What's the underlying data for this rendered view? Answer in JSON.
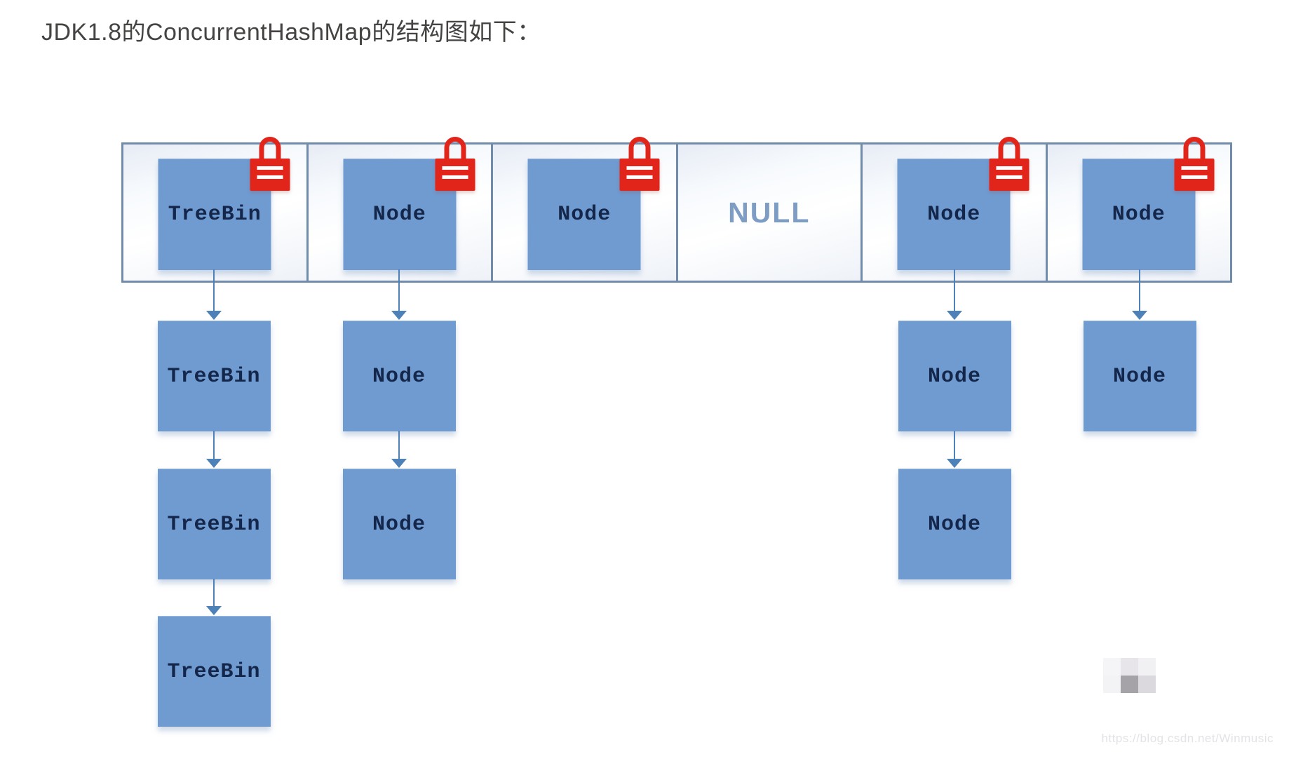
{
  "title": "JDK1.8的ConcurrentHashMap的结构图如下：",
  "array": {
    "cells": [
      {
        "label": "TreeBin",
        "locked": true,
        "empty": false
      },
      {
        "label": "Node",
        "locked": true,
        "empty": false
      },
      {
        "label": "Node",
        "locked": true,
        "empty": false
      },
      {
        "label": "NULL",
        "locked": false,
        "empty": true
      },
      {
        "label": "Node",
        "locked": true,
        "empty": false
      },
      {
        "label": "Node",
        "locked": true,
        "empty": false
      }
    ]
  },
  "chains": [
    {
      "column": 0,
      "nodes": [
        "TreeBin",
        "TreeBin",
        "TreeBin"
      ]
    },
    {
      "column": 1,
      "nodes": [
        "Node",
        "Node"
      ]
    },
    {
      "column": 4,
      "nodes": [
        "Node",
        "Node"
      ]
    },
    {
      "column": 5,
      "nodes": [
        "Node"
      ]
    }
  ],
  "watermark": {
    "url_text": "https://blog.csdn.net/Winmusic"
  },
  "logo_pixels": [
    "#f5f4f6",
    "#e7e5e9",
    "#f1f0f2",
    "#f3f2f4",
    "#a6a3a8",
    "#dbd9dd"
  ],
  "colors": {
    "box_fill": "#6f9bd1",
    "box_text": "#14264a",
    "cell_border": "#718cab",
    "arrow": "#4e81b8",
    "lock_red": "#e1251b",
    "null_text": "#7e9dc5",
    "title_text": "#454442",
    "watermark_text": "#e4e2e6"
  }
}
